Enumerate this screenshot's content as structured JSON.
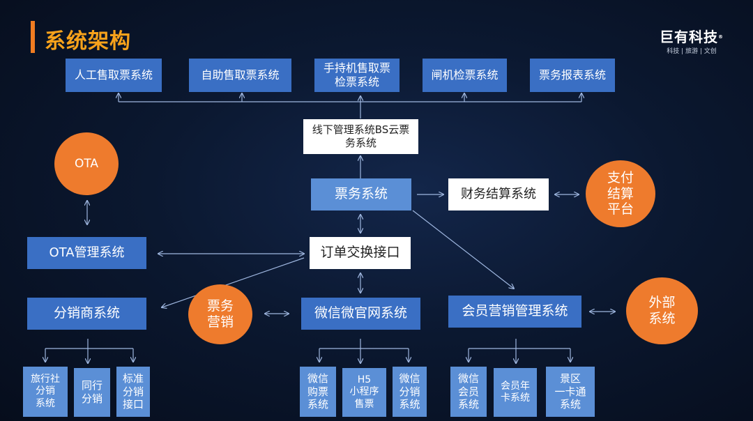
{
  "header": {
    "title": "系统架构",
    "logo": {
      "name": "巨有科技",
      "reg": "®",
      "tagline": "科技 | 旅游 | 文创"
    }
  },
  "top_systems": [
    "人工售取票系统",
    "自助售取票系统",
    "手持机售取票\n检票系统",
    "闸机检票系统",
    "票务报表系统"
  ],
  "offline_mgmt": "线下管理系统BS云票\n务系统",
  "ticket_system": "票务系统",
  "finance": "财务结算系统",
  "payment": "支付\n结算\n平台",
  "ota": "OTA",
  "ota_mgmt": "OTA管理系统",
  "order_interface": "订单交换接口",
  "distributor": "分销商系统",
  "ticket_marketing": "票务\n营销",
  "wechat": "微信微官网系统",
  "member": "会员营销管理系统",
  "external": "外部\n系统",
  "distributor_children": [
    "旅行社\n分销\n系统",
    "同行\n分销",
    "标准\n分销\n接口"
  ],
  "wechat_children": [
    "微信\n购票\n系统",
    "H5\n小程序\n售票",
    "微信\n分销\n系统"
  ],
  "member_children": [
    "微信\n会员\n系统",
    "会员年\n卡系统",
    "景区\n一卡通\n系统"
  ],
  "colors": {
    "accent": "#f07c21",
    "title": "#f7a21b",
    "box": "#3a6fc4",
    "circle": "#ee7b2d",
    "line": "#9fb7e0"
  }
}
